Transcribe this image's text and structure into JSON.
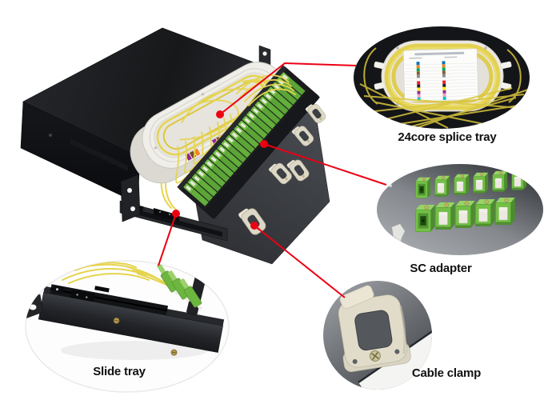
{
  "page": {
    "background": "#ffffff"
  },
  "colors": {
    "accent_red": "#ec0013",
    "adapter_green": "#74bf47",
    "adapter_green_dark": "#55a033",
    "fiber_yellow": "#e5d44e",
    "chassis_black": "#1d1f22",
    "clamp_beige": "#ddd8c6",
    "panel_gray": "#3e4146",
    "tray_white": "#efeee8",
    "label_text": "#111111"
  },
  "callouts": [
    {
      "id": "splice-tray",
      "label": "24core splice tray"
    },
    {
      "id": "sc-adapter",
      "label": "SC adapter"
    },
    {
      "id": "cable-clamp",
      "label": "Cable clamp"
    },
    {
      "id": "slide-tray",
      "label": "Slide tray"
    }
  ],
  "splice_tray_card": {
    "columns": 2,
    "rows": 12,
    "fiber_colors": [
      "#0072bc",
      "#f58220",
      "#00a651",
      "#8a5a2a",
      "#8c8c8c",
      "#ffffff",
      "#ed1c24",
      "#231f20",
      "#fff200",
      "#92278f",
      "#f49ac1",
      "#00bcd4"
    ]
  },
  "adapter_strip": {
    "ports": 24
  }
}
